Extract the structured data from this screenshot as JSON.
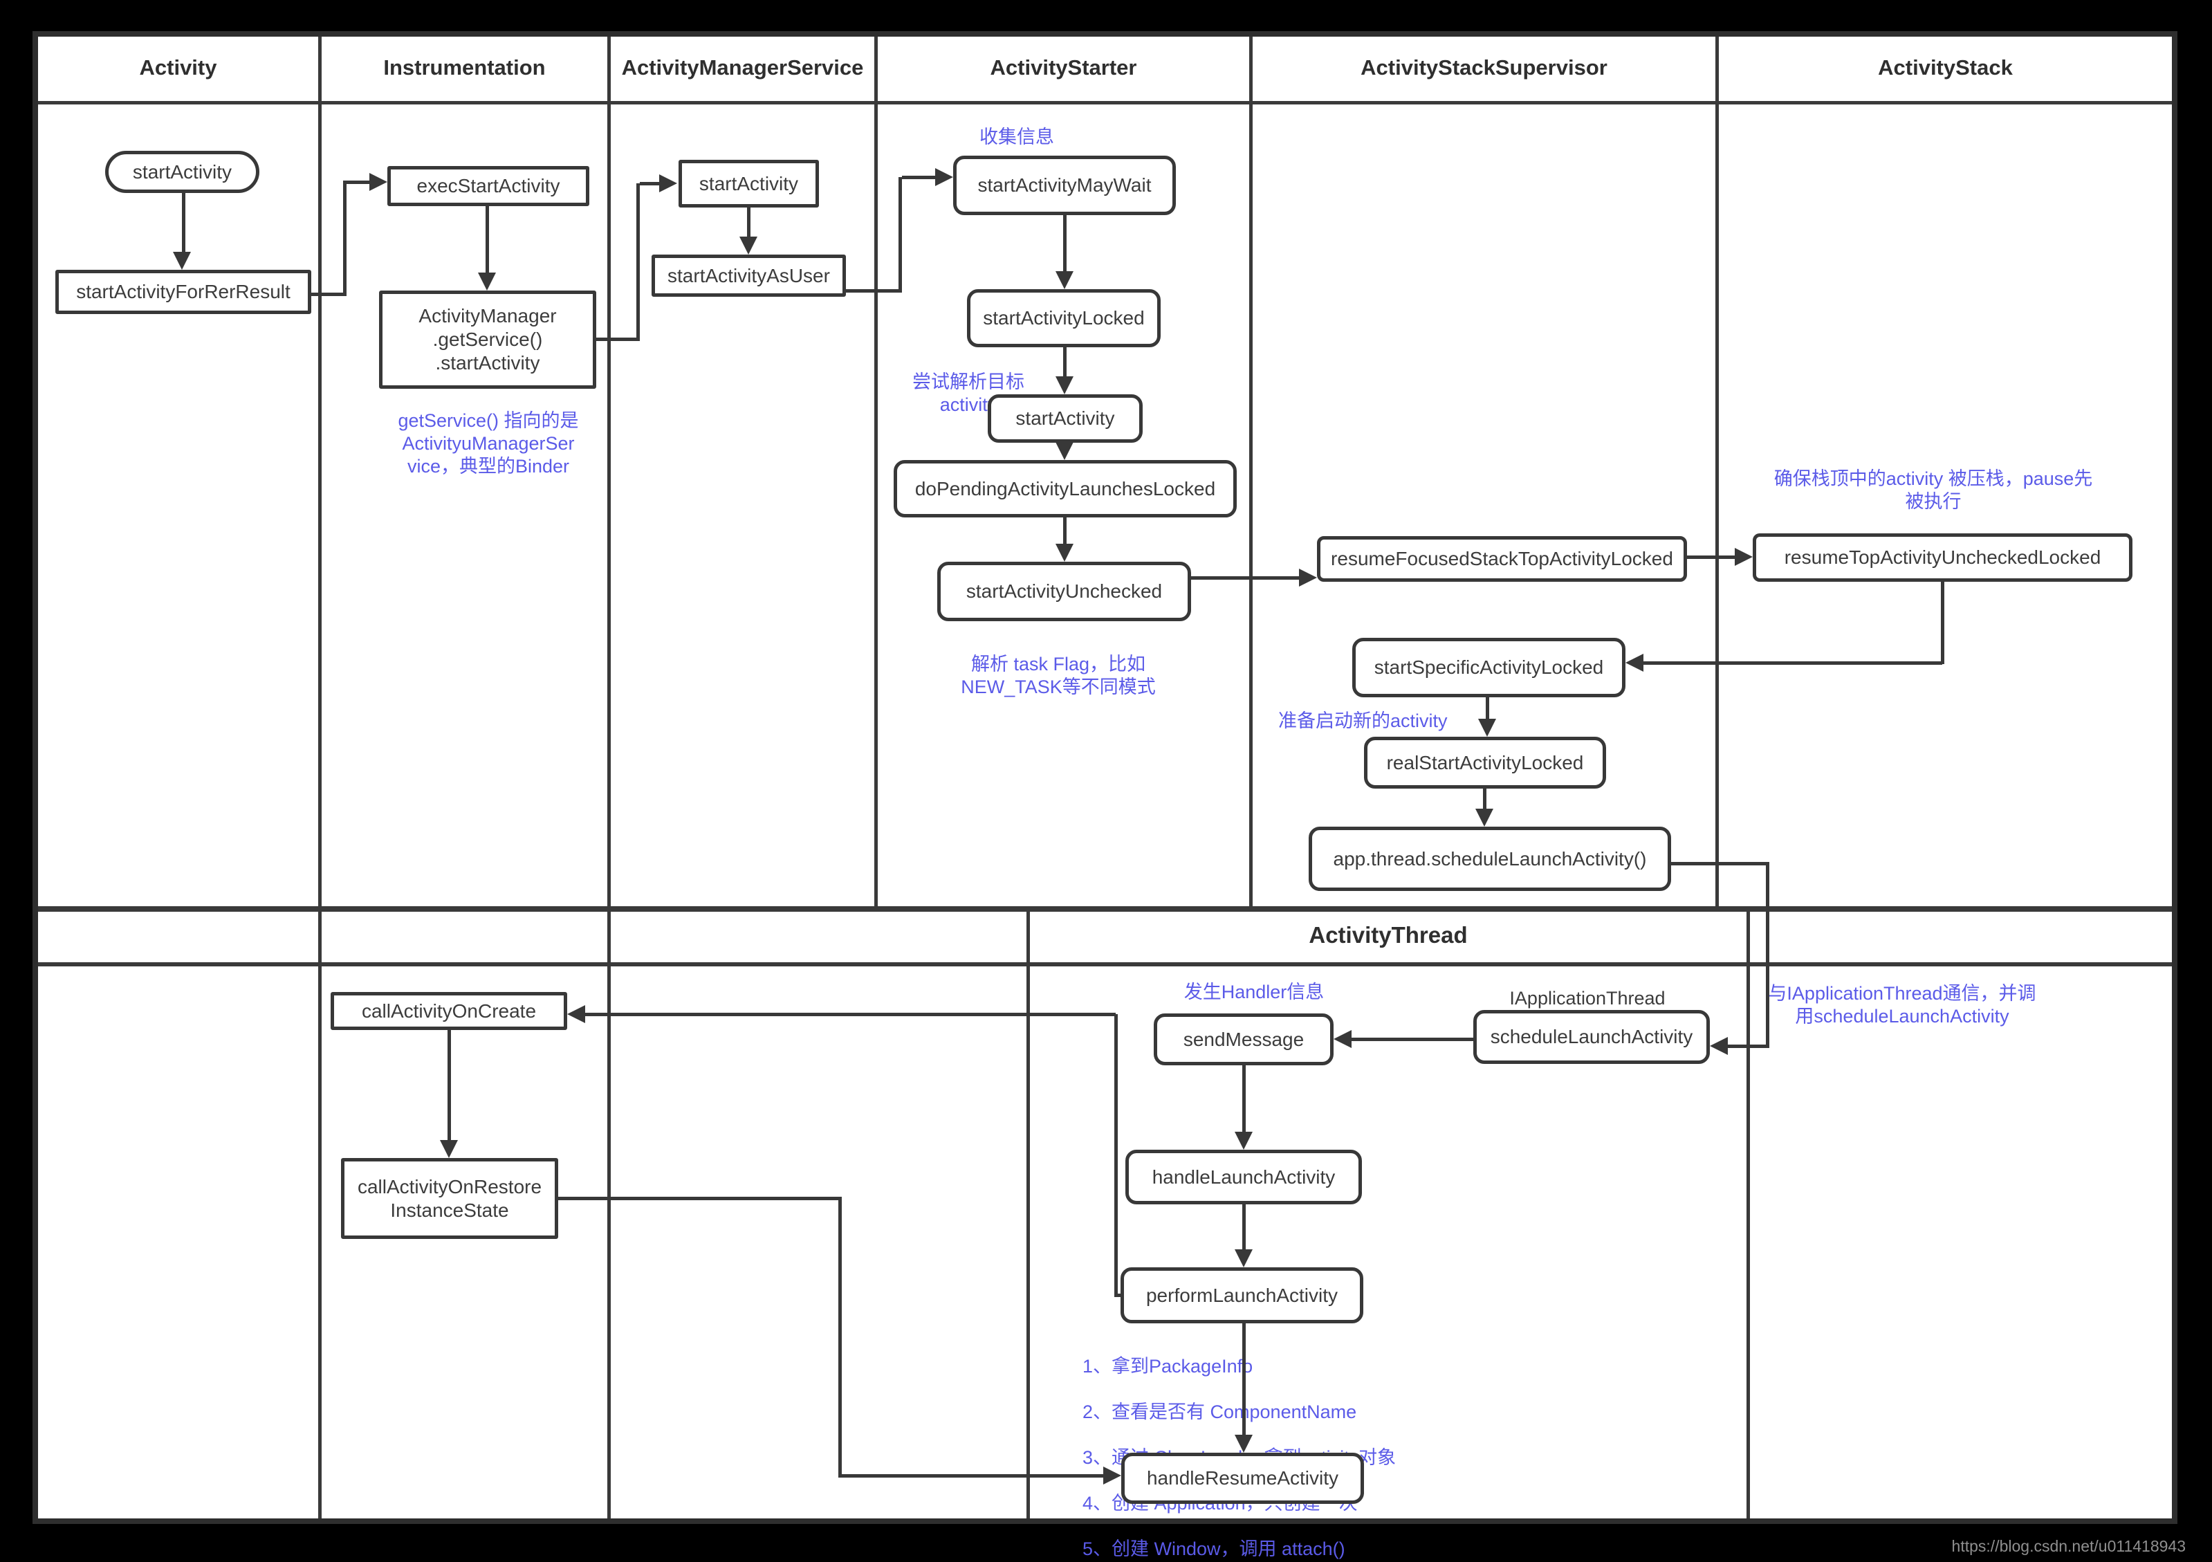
{
  "header": {
    "columns": [
      "Activity",
      "Instrumentation",
      "ActivityManagerService",
      "ActivityStarter",
      "ActivityStackSupervisor",
      "ActivityStack"
    ]
  },
  "sections": {
    "activity_thread": "ActivityThread"
  },
  "nodes": {
    "start_activity": "startActivity",
    "start_activity_for_rer_result": "startActivityForRerResult",
    "exec_start_activity": "execStartActivity",
    "activity_manager_get_service": "ActivityManager\n.getService()\n.startActivity",
    "ams_start_activity": "startActivity",
    "start_activity_as_user": "startActivityAsUser",
    "start_activity_may_wait": "startActivityMayWait",
    "start_activity_locked": "startActivityLocked",
    "starter_start_activity": "startActivity",
    "do_pending_activity_launches_locked": "doPendingActivityLaunchesLocked",
    "start_activity_unchecked": "startActivityUnchecked",
    "resume_focused_stack_top_activity_locked": "resumeFocusedStackTopActivityLocked",
    "resume_top_activity_unchecked_locked": "resumeTopActivityUncheckedLocked",
    "start_specific_activity_locked": "startSpecificActivityLocked",
    "real_start_activity_locked": "realStartActivityLocked",
    "app_thread_schedule_launch_activity": "app.thread.scheduleLaunchActivity()",
    "iapplication_thread": "IApplicationThread",
    "schedule_launch_activity": "scheduleLaunchActivity",
    "send_message": "sendMessage",
    "handle_launch_activity": "handleLaunchActivity",
    "perform_launch_activity": "performLaunchActivity",
    "handle_resume_activity": "handleResumeActivity",
    "call_activity_on_create": "callActivityOnCreate",
    "call_activity_on_restore_instance_state": "callActivityOnRestore\nInstanceState"
  },
  "notes": {
    "get_service": "getService() 指向的是\nActivityuManagerSer\nvice，典型的Binder",
    "collect_info": "收集信息",
    "resolve_target": "尝试解析目标activity",
    "parse_task_flag": "解析 task Flag，比如\nNEW_TASK等不同模式",
    "ensure_top_paused": "确保栈顶中的activity 被压栈，pause先\n被执行",
    "prepare_new_activity": "准备启动新的activity",
    "handler_message": "发生Handler信息",
    "communicate_iapplication": "与IApplicationThread通信，并调\n用scheduleLaunchActivity",
    "perform_steps": [
      "1、拿到PackageInfo",
      "2、查看是否有 ComponentName",
      "3、通过 ClassLoader 拿到activity对象",
      "4、创建 Application，只创建一次",
      "5、创建 Window，调用 attach()"
    ]
  },
  "watermark": "https://blog.csdn.net/u011418943",
  "colors": {
    "note_blue": "#5b5be8",
    "line": "#383838",
    "canvas_bg": "#ffffff",
    "page_bg": "#000000"
  }
}
